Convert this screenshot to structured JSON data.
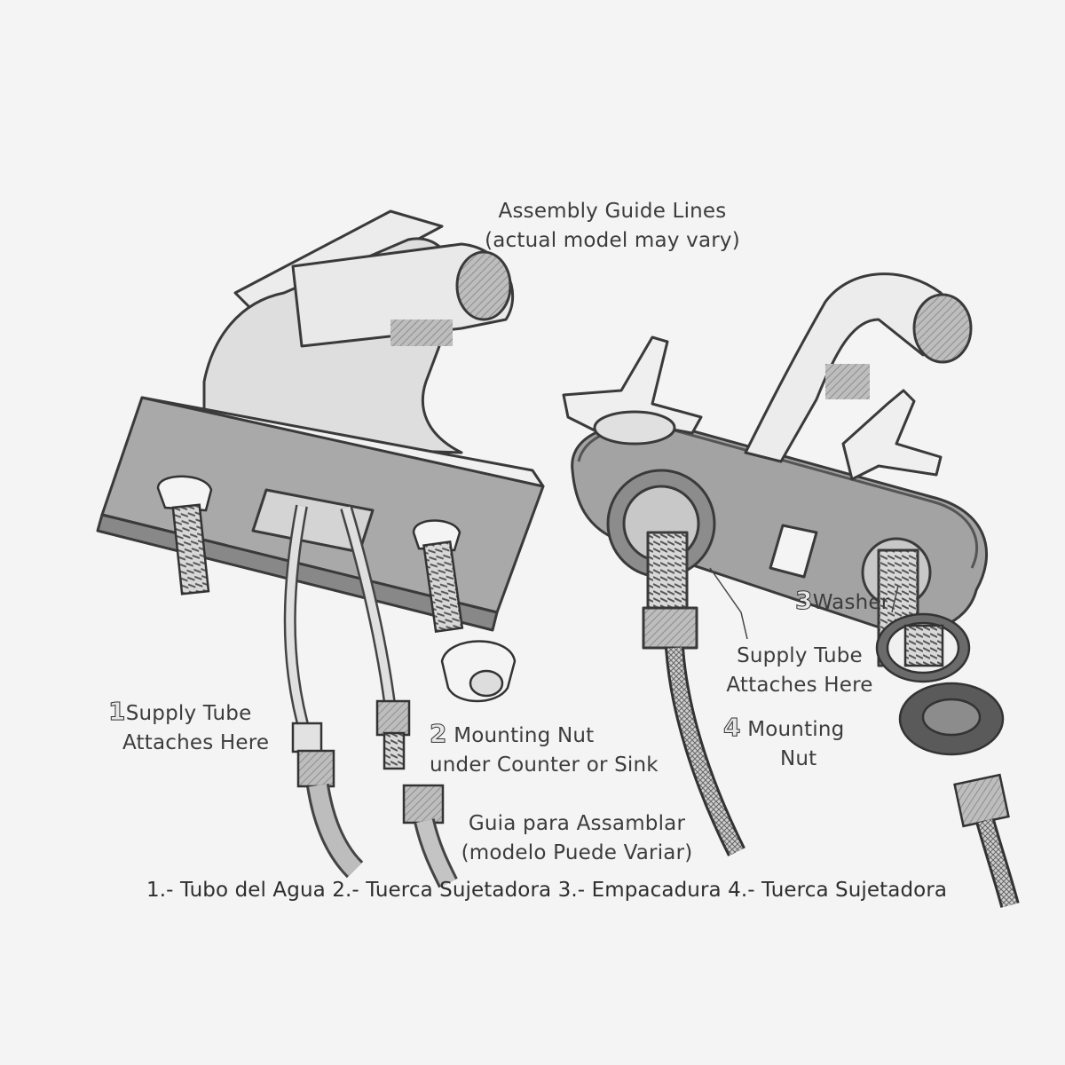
{
  "guide": {
    "en_line1": "Assembly Guide Lines",
    "en_line2": "(actual model may vary)",
    "es_line1": "Guia para Assamblar",
    "es_line2": "(modelo Puede Variar)"
  },
  "callouts": {
    "c1": {
      "number": "1",
      "line1": "Supply Tube",
      "line2": "Attaches Here"
    },
    "c2": {
      "number": "2",
      "line1": "Mounting Nut",
      "line2": "under Counter or Sink"
    },
    "c3": {
      "number": "3",
      "line1": "Washer"
    },
    "c4": {
      "number": "4",
      "line1": "Mounting",
      "line2": "Nut"
    },
    "supply_right": {
      "line1": "Supply Tube",
      "line2": "Attaches Here"
    }
  },
  "footer": "1.- Tubo del Agua 2.- Tuerca Sujetadora 3.- Empacadura 4.- Tuerca Sujetadora",
  "colors": {
    "ink": "#3a3a3a",
    "paper": "#f4f4f4",
    "shade": "#9a9a9a"
  }
}
